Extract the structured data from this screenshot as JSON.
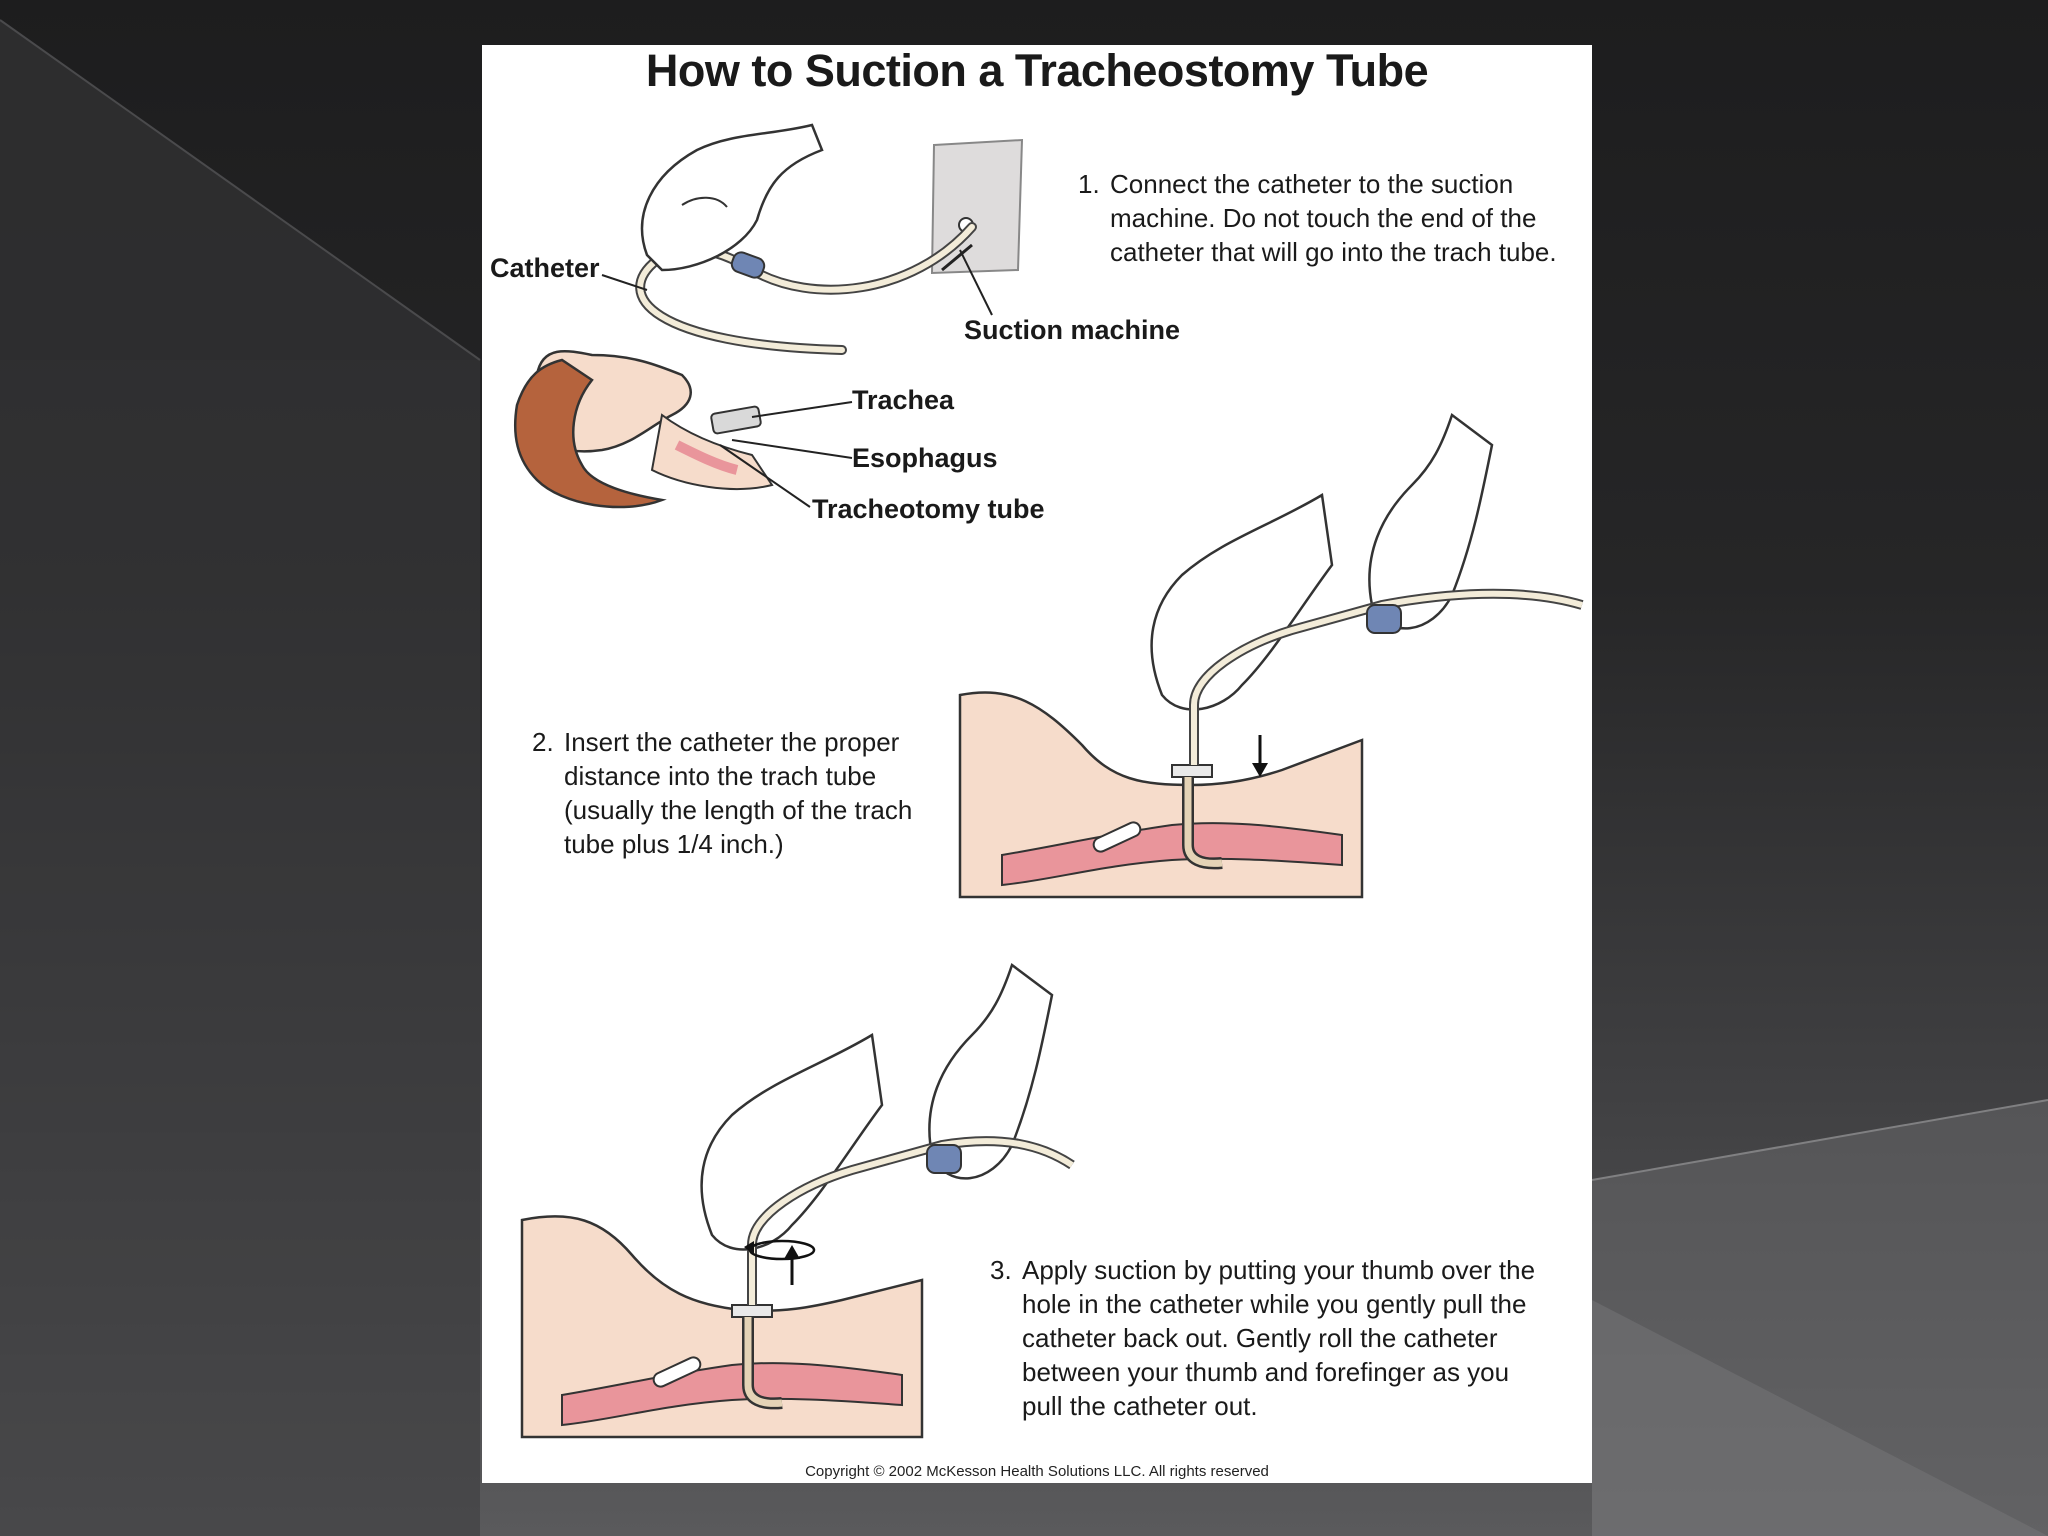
{
  "document": {
    "title": "How to Suction a Tracheostomy Tube",
    "labels": {
      "catheter": "Catheter",
      "suction_machine": "Suction machine",
      "trachea": "Trachea",
      "esophagus": "Esophagus",
      "tracheotomy_tube": "Tracheotomy tube"
    },
    "steps": [
      {
        "number": "1.",
        "lines": [
          "Connect the catheter to the suction",
          "machine.  Do not touch the end of the",
          "catheter that will go into the trach tube."
        ]
      },
      {
        "number": "2.",
        "lines": [
          "Insert the catheter the proper",
          "distance into the trach tube",
          "(usually the length of the trach",
          "tube plus 1/4 inch.)"
        ]
      },
      {
        "number": "3.",
        "lines": [
          "Apply suction by putting your thumb over the",
          "hole in the catheter while you gently pull the",
          "catheter back out.  Gently roll the catheter",
          "between your thumb and forefinger as you",
          "pull the catheter out."
        ]
      }
    ],
    "copyright": "Copyright © 2002 McKesson Health Solutions LLC. All rights reserved"
  },
  "colors": {
    "skin": "#f6dccb",
    "tissue": "#e9959b",
    "hair": "#b5633d",
    "connector": "#6f86b4",
    "tube": "#f3ecd9",
    "wall": "#dedcdc"
  },
  "icons": [
    "hand-icon",
    "head-icon",
    "arrow-down-icon",
    "arrow-up-icon",
    "rotate-icon"
  ]
}
